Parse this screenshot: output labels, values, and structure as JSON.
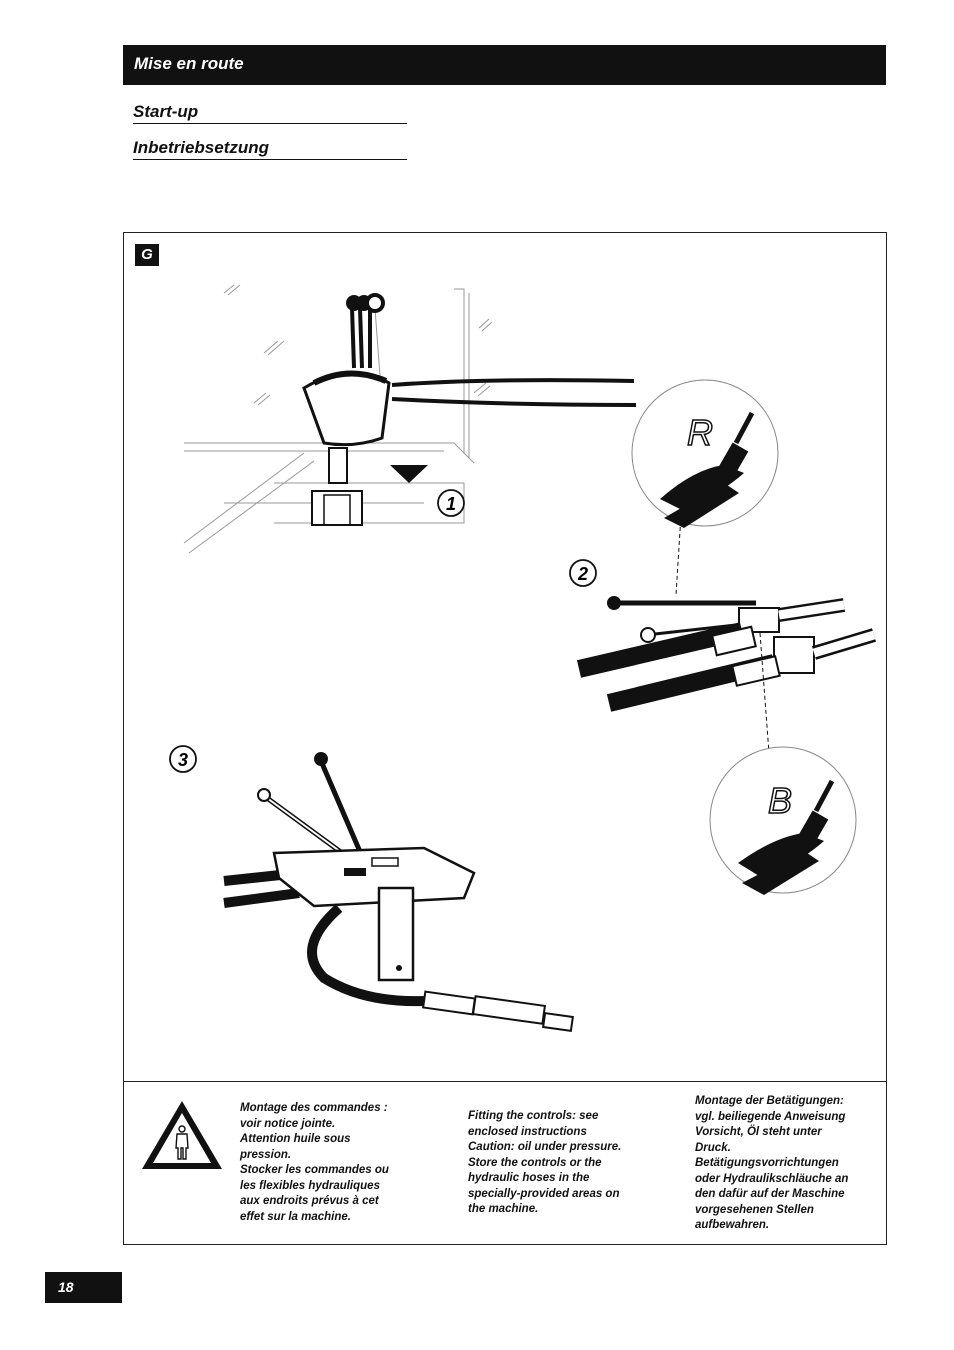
{
  "header": {
    "title": "Mise en route"
  },
  "subtitles": [
    "Start-up",
    "Inbetriebsetzung"
  ],
  "figure": {
    "tag": "G",
    "steps": [
      "1",
      "2",
      "3"
    ],
    "callouts": [
      "R",
      "B"
    ]
  },
  "notes": {
    "fr": "Montage des commandes :\nvoir notice jointe.\nAttention huile sous\npression.\nStocker les commandes ou\nles flexibles hydrauliques\naux endroits prévus à cet\neffet sur la machine.",
    "en": "Fitting the controls: see\nenclosed instructions\nCaution: oil under pressure.\nStore the controls or the\nhydraulic hoses in the\nspecially-provided areas on\nthe machine.",
    "de": "Montage der Betätigungen:\nvgl. beiliegende Anweisung\nVorsicht, Öl steht unter\nDruck.\nBetätigungsvorrichtungen\noder Hydraulikschläuche an\nden dafür auf der Maschine\nvorgesehenen Stellen\naufbewahren."
  },
  "page": {
    "number": "18"
  },
  "icons": {
    "warning": "warning-person-icon",
    "arrow": "arrow-down-icon",
    "brush": "paintbrush-icon"
  }
}
